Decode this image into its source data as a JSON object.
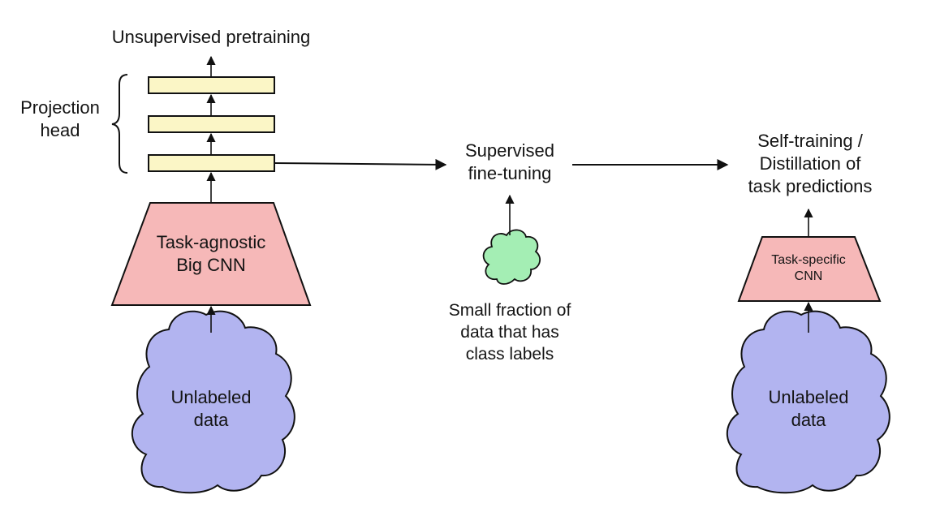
{
  "colors": {
    "background": "#ffffff",
    "stroke": "#111111",
    "projection_layer_fill": "#fbf6c6",
    "cnn_fill": "#f6b8b8",
    "unlabeled_cloud_fill": "#b2b4f0",
    "labeled_cloud_fill": "#a4eeb4"
  },
  "labels": {
    "unsupervised_pretraining": "Unsupervised pretraining",
    "projection_head": [
      "Projection",
      "head"
    ],
    "big_cnn": [
      "Task-agnostic",
      "Big CNN"
    ],
    "unlabeled_data_left": [
      "Unlabeled",
      "data"
    ],
    "supervised_finetuning": [
      "Supervised",
      "fine-tuning"
    ],
    "labeled_fraction": [
      "Small fraction of",
      "data that has",
      "class labels"
    ],
    "self_training": [
      "Self-training /",
      "Distillation of",
      "task predictions"
    ],
    "task_specific_cnn": [
      "Task-specific",
      "CNN"
    ],
    "unlabeled_data_right": [
      "Unlabeled",
      "data"
    ]
  }
}
